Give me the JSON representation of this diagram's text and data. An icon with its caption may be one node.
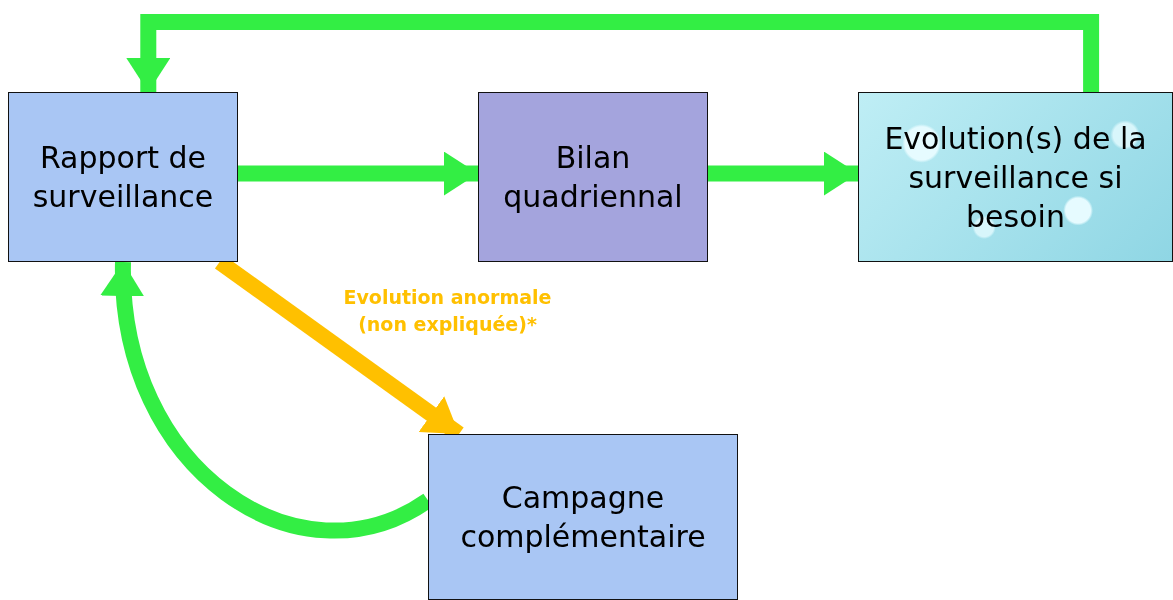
{
  "diagram": {
    "nodes": [
      {
        "text": [
          "Rapport de surveillance"
        ]
      },
      {
        "text": [
          "Bilan quadriennal"
        ]
      },
      {
        "text": [
          "Evolution(s) de la surveillance si besoin"
        ]
      },
      {
        "text": [
          "Campagne complémentaire"
        ]
      }
    ],
    "edges": [
      {
        "from": 0,
        "to": 1,
        "arrow": "to"
      },
      {
        "from": 1,
        "to": 2,
        "arrow": "to"
      },
      {
        "from": 2,
        "to": 0,
        "arrow": "to"
      },
      {
        "from": 0,
        "to": 3,
        "arrow": "to",
        "label": "Evolution anormale (non expliquée)*",
        "color": "#ffc000"
      },
      {
        "from": 3,
        "to": 0,
        "arrow": "to"
      }
    ]
  }
}
